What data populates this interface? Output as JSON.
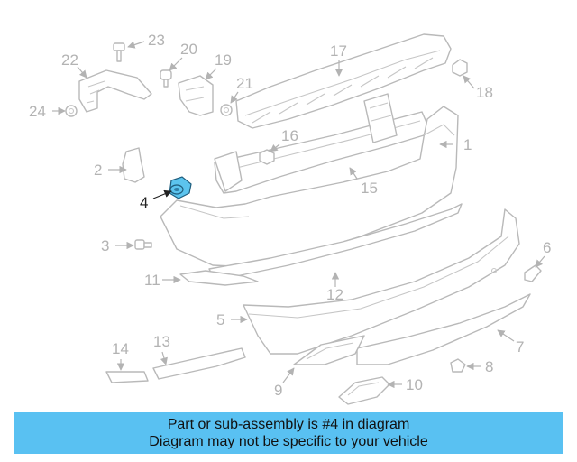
{
  "highlighted_part": "4",
  "callouts": {
    "c1": "1",
    "c2": "2",
    "c3": "3",
    "c4": "4",
    "c5": "5",
    "c6": "6",
    "c7": "7",
    "c8": "8",
    "c9": "9",
    "c10": "10",
    "c11": "11",
    "c12": "12",
    "c13": "13",
    "c14": "14",
    "c15": "15",
    "c16": "16",
    "c17": "17",
    "c18": "18",
    "c19": "19",
    "c20": "20",
    "c21": "21",
    "c22": "22",
    "c23": "23",
    "c24": "24"
  },
  "banner": {
    "line1": "Part or sub-assembly is #4 in diagram",
    "line2": "Diagram may not be specific to your vehicle"
  },
  "colors": {
    "highlight": "#5cc4ee",
    "banner": "#59c1f2",
    "lines": "#b9b9b9"
  }
}
